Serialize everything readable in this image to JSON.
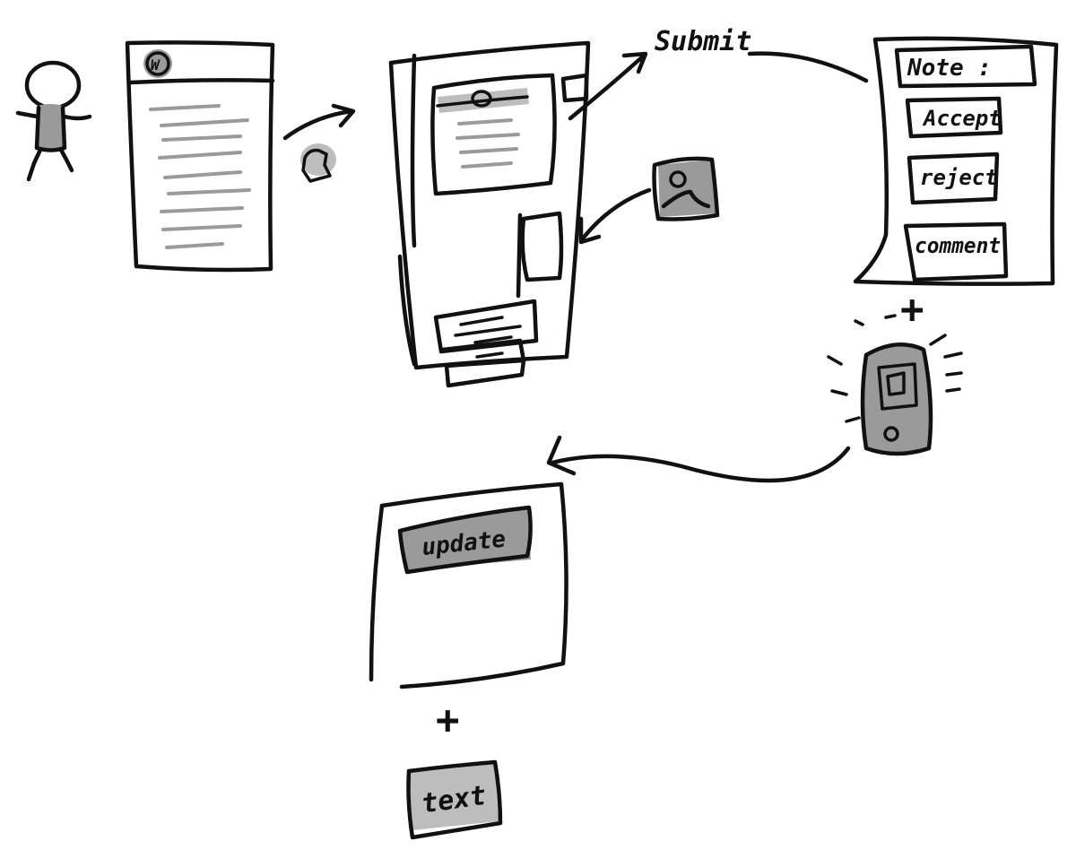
{
  "labels": {
    "submit": "Submit",
    "note": "Note :",
    "accept": "Accept",
    "reject": "reject",
    "comment": "comment",
    "update": "update",
    "text": "text",
    "plus_top": "+",
    "plus_bottom": "+",
    "page_logo": "W"
  },
  "colors": {
    "ink": "#111111",
    "pencil_gray": "#9a9a9a",
    "background": "#ffffff"
  },
  "icons": [
    "stick-figure-user",
    "pointer-hand-icon",
    "image-upload-icon",
    "phone-notification-icon"
  ]
}
